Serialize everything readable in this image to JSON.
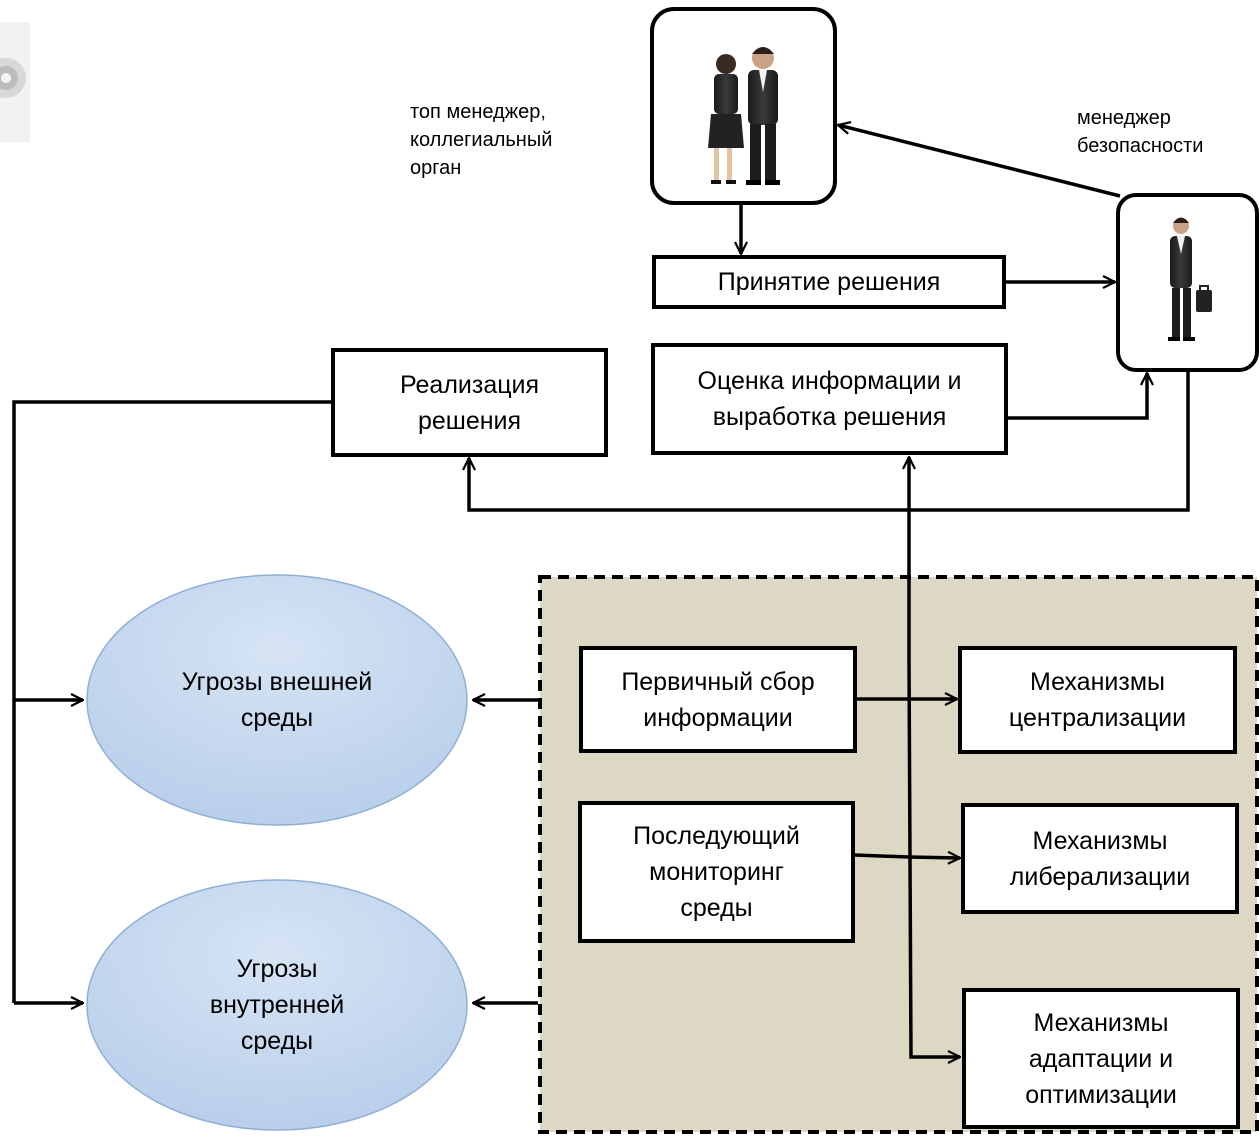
{
  "captions": {
    "top_manager": [
      "топ менеджер,",
      "коллегиальный",
      "орган"
    ],
    "security_manager": [
      "менеджер",
      "безопасности"
    ]
  },
  "boxes": {
    "decision_making": [
      "Принятие решения"
    ],
    "implementation": [
      "Реализация",
      "решения"
    ],
    "evaluation": [
      "Оценка информации и",
      "выработка решения"
    ],
    "primary_collection": [
      "Первичный сбор",
      "информации"
    ],
    "monitoring": [
      "Последующий",
      "мониторинг",
      "среды"
    ],
    "centralization": [
      "Механизмы",
      "централизации"
    ],
    "liberalization": [
      "Механизмы",
      "либерализации"
    ],
    "adaptation": [
      "Механизмы",
      "адаптации и",
      "оптимизации"
    ]
  },
  "ellipses": {
    "external_threats": [
      "Угрозы внешней",
      "среды"
    ],
    "internal_threats": [
      "Угрозы",
      "внутренней",
      "среды"
    ]
  },
  "colors": {
    "dashed_panel_fill": "#ddd8c4",
    "ellipse_fill": "#c6d9f1",
    "ellipse_stroke": "#8fb0d6",
    "line": "#000000"
  },
  "icons": [
    "people-pair-icon",
    "businessman-icon",
    "cropped-logo-icon"
  ]
}
